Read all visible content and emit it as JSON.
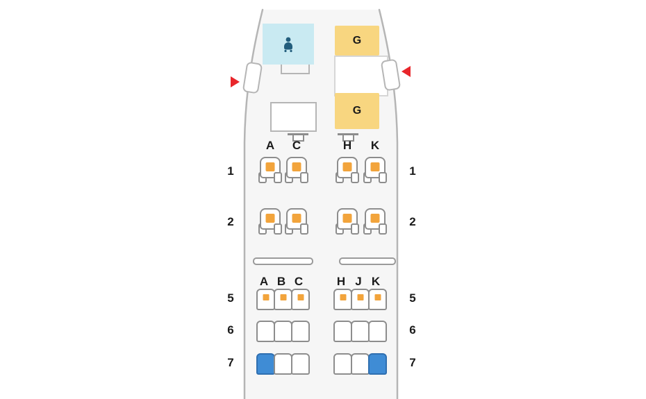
{
  "colors": {
    "preferred_marker": "#F2A43C",
    "selected_seat": "#3F8CD5",
    "galley_zone": "#F8D680",
    "bassinet_zone": "#C9EAF2",
    "exit_arrow": "#E8262B"
  },
  "facilities": {
    "galleys": [
      {
        "label": "G"
      },
      {
        "label": "G"
      }
    ]
  },
  "business": {
    "columns_left": [
      "A",
      "C"
    ],
    "columns_right": [
      "H",
      "K"
    ],
    "rows": [
      {
        "number": "1",
        "seats_left": [
          "preferred",
          "preferred"
        ],
        "seats_right": [
          "preferred",
          "preferred"
        ]
      },
      {
        "number": "2",
        "seats_left": [
          "preferred",
          "preferred"
        ],
        "seats_right": [
          "preferred",
          "preferred"
        ]
      }
    ]
  },
  "economy": {
    "columns_left": [
      "A",
      "B",
      "C"
    ],
    "columns_right": [
      "H",
      "J",
      "K"
    ],
    "rows": [
      {
        "number": "5",
        "seats_left": [
          "preferred",
          "preferred",
          "preferred"
        ],
        "seats_right": [
          "preferred",
          "preferred",
          "preferred"
        ]
      },
      {
        "number": "6",
        "seats_left": [
          "available",
          "available",
          "available"
        ],
        "seats_right": [
          "available",
          "available",
          "available"
        ]
      },
      {
        "number": "7",
        "seats_left": [
          "selected",
          "available",
          "available"
        ],
        "seats_right": [
          "available",
          "available",
          "selected"
        ]
      }
    ]
  }
}
